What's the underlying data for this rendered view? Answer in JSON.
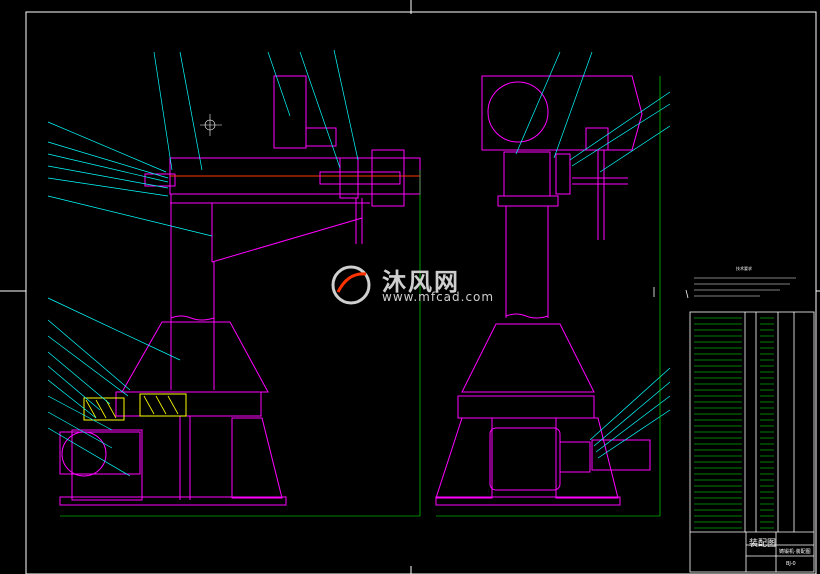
{
  "watermark": {
    "brand": "沐风网",
    "url": "www.mfcad.com",
    "logo": "mfcad-logo-icon"
  },
  "title_block": {
    "drawing_title": "装配图",
    "drawing_name": "铸锻机·装配图",
    "drawing_code": "BJ-0"
  },
  "notes": {
    "title": "技术要求"
  },
  "colors": {
    "background": "#000000",
    "part": "#ff00ff",
    "leader": "#00ffff",
    "label": "#00ff00",
    "border": "#ffffff",
    "hatch": "#ffff00",
    "dimension": "#00ff00"
  }
}
